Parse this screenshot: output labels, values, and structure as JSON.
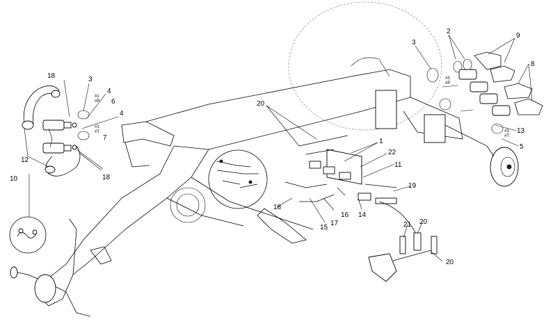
{
  "labels": [
    {
      "id": "l1",
      "text": "1"
    },
    {
      "id": "l2",
      "text": "2"
    },
    {
      "id": "l3a",
      "text": "3"
    },
    {
      "id": "l3b",
      "text": "3"
    },
    {
      "id": "l4a",
      "text": "4"
    },
    {
      "id": "l4b",
      "text": "4"
    },
    {
      "id": "l5",
      "text": "5"
    },
    {
      "id": "l6",
      "text": "6"
    },
    {
      "id": "l7",
      "text": "7"
    },
    {
      "id": "l8",
      "text": "8"
    },
    {
      "id": "l9",
      "text": "9"
    },
    {
      "id": "l10",
      "text": "10"
    },
    {
      "id": "l11",
      "text": "11"
    },
    {
      "id": "l12",
      "text": "12"
    },
    {
      "id": "l13",
      "text": "13"
    },
    {
      "id": "l14",
      "text": "14"
    },
    {
      "id": "l15",
      "text": "15"
    },
    {
      "id": "l16",
      "text": "16"
    },
    {
      "id": "l17",
      "text": "17"
    },
    {
      "id": "l18a",
      "text": "18"
    },
    {
      "id": "l18b",
      "text": "18"
    },
    {
      "id": "l18c",
      "text": "18"
    },
    {
      "id": "l19",
      "text": "19"
    },
    {
      "id": "l20a",
      "text": "20"
    },
    {
      "id": "l20b",
      "text": "20"
    },
    {
      "id": "l20c",
      "text": "20"
    },
    {
      "id": "l21",
      "text": "21"
    },
    {
      "id": "l22",
      "text": "22"
    }
  ],
  "marks": [
    "#1",
    "#T",
    "#1",
    "#P",
    "#3",
    "#P",
    "#3",
    "#T"
  ]
}
